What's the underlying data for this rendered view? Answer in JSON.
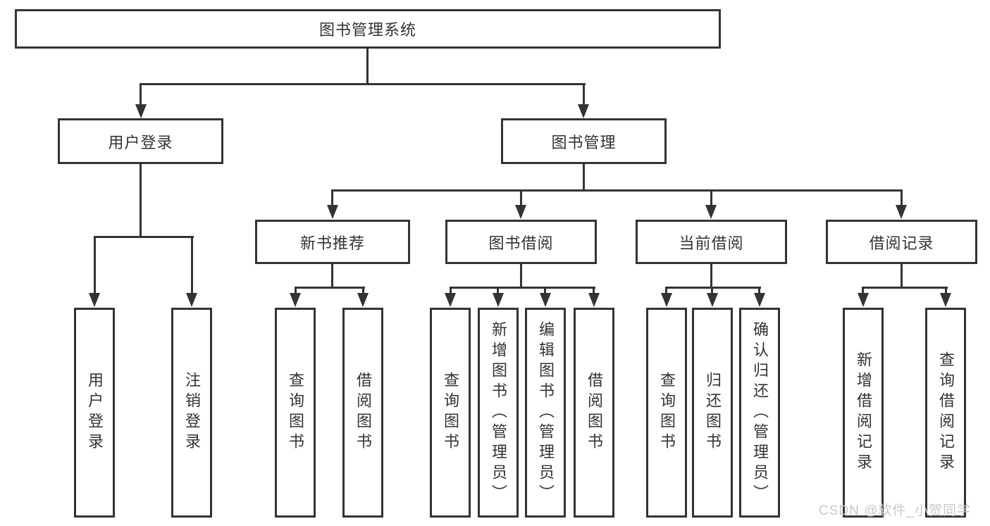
{
  "diagram": {
    "title": "图书管理系统",
    "level2": {
      "user_login": "用户登录",
      "book_management": "图书管理"
    },
    "level3": {
      "new_book_recommend": "新书推荐",
      "book_borrow": "图书借阅",
      "current_borrow": "当前借阅",
      "borrow_record": "借阅记录"
    },
    "leaves": {
      "user_login": "用户登录",
      "logout": "注销登录",
      "nr_query_book": "查询图书",
      "nr_borrow_book": "借阅图书",
      "bb_query_book": "查询图书",
      "bb_add_book_admin": "新增图书（管理员）",
      "bb_edit_book_admin": "编辑图书（管理员）",
      "bb_borrow_book": "借阅图书",
      "cb_query_book": "查询图书",
      "cb_return_book": "归还图书",
      "cb_confirm_return_admin": "确认归还（管理员）",
      "br_add_record": "新增借阅记录",
      "br_query_record": "查询借阅记录"
    }
  },
  "watermark": "CSDN @软件_小贺同学",
  "colors": {
    "line": "#333333",
    "text": "#333333",
    "watermark": "#c8c8c8",
    "background": "#ffffff"
  }
}
